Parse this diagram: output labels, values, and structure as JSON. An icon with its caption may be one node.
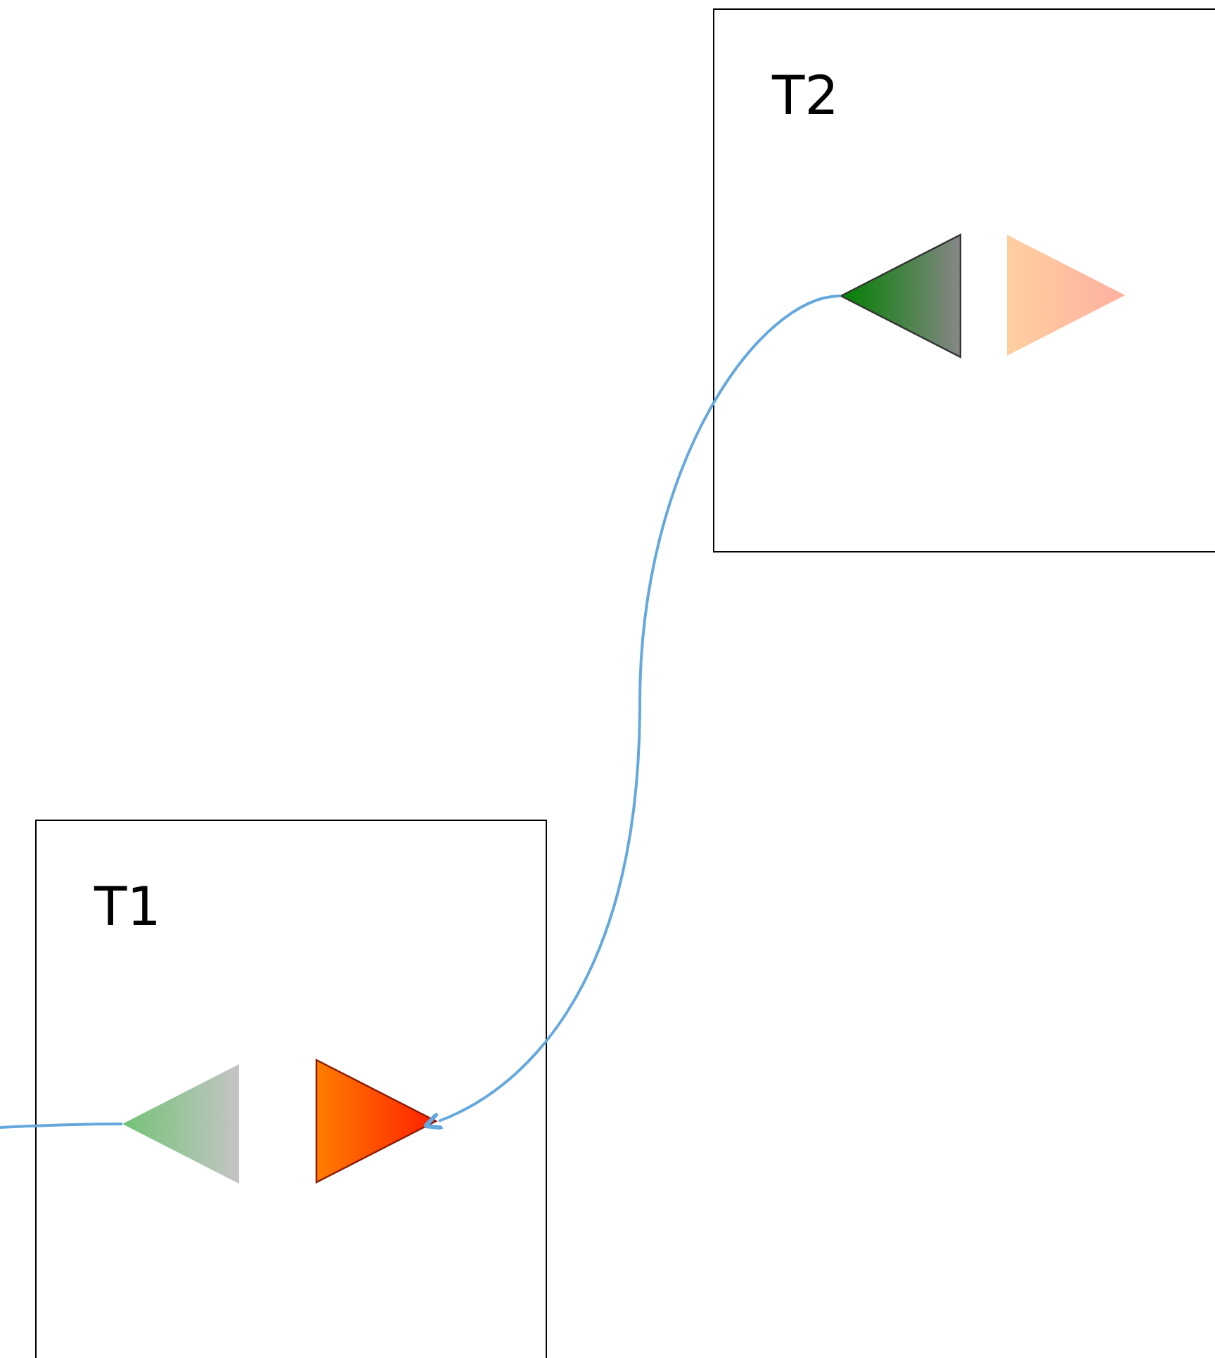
{
  "diagram": {
    "nodes": [
      {
        "text": [
          "T1"
        ]
      },
      {
        "text": [],
        "shape": "triangle",
        "in": 0
      },
      {
        "text": [],
        "shape": "triangle",
        "in": 0
      },
      {
        "text": [
          "T2"
        ]
      },
      {
        "text": [],
        "shape": "triangle",
        "in": 3
      },
      {
        "text": [],
        "shape": "triangle",
        "in": 3
      }
    ],
    "edges": [
      {
        "from": 4,
        "to": 2,
        "arrow": "to"
      },
      {
        "from": null,
        "to": 1,
        "arrow": "none"
      }
    ]
  }
}
